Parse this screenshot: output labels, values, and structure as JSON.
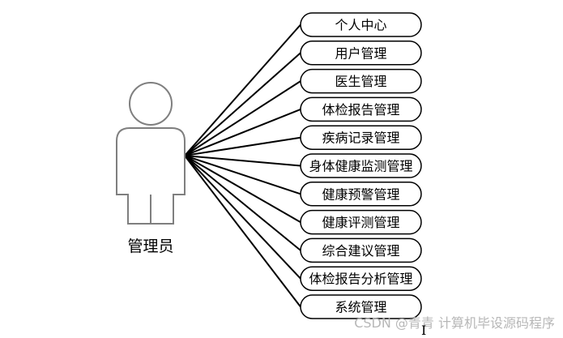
{
  "actor": {
    "label": "管理员"
  },
  "use_cases": [
    {
      "label": "个人中心"
    },
    {
      "label": "用户管理"
    },
    {
      "label": "医生管理"
    },
    {
      "label": "体检报告管理"
    },
    {
      "label": "疾病记录管理"
    },
    {
      "label": "身体健康监测管理"
    },
    {
      "label": "健康预警管理"
    },
    {
      "label": "健康评测管理"
    },
    {
      "label": "综合建议管理"
    },
    {
      "label": "体检报告分析管理"
    },
    {
      "label": "系统管理"
    }
  ],
  "watermark": "CSDN @青青  计算机毕设源码程序",
  "cursor_glyph": "I",
  "colors": {
    "line": "#000000",
    "actor_outline": "#7f7f7f",
    "watermark": "#b7b7b7"
  }
}
